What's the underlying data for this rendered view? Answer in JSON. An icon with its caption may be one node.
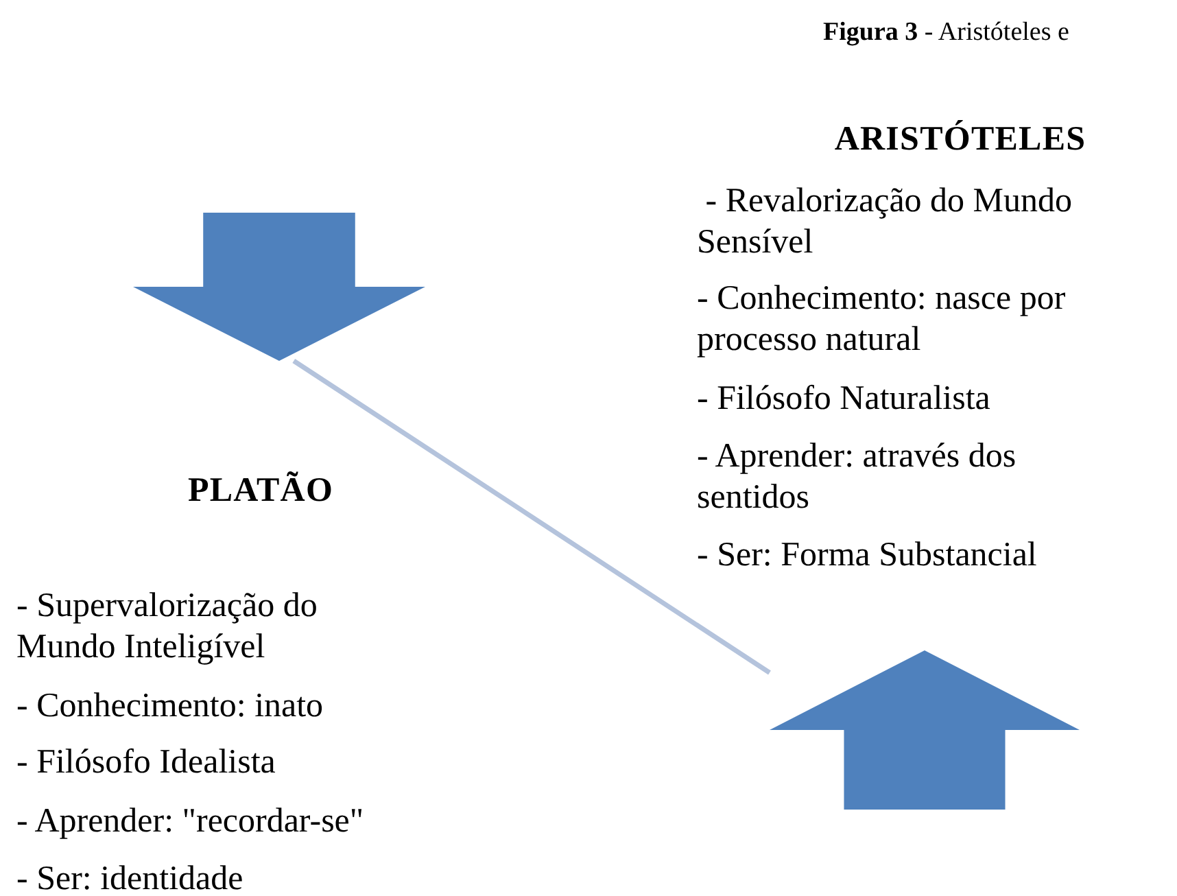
{
  "diagram": {
    "title": "**Figura 3** - Aristóteles e",
    "nodes": [
      {
        "text": [],
        "shape": "arrow"
      },
      {
        "text": [],
        "shape": "arrow"
      }
    ],
    "edges": [
      {
        "from": 0,
        "to": 1,
        "arrow": "none",
        "color": "#b4c3dc"
      }
    ],
    "labels": [
      "ARISTÓTELES",
      " - Revalorização do Mundo Sensível",
      "- Conhecimento: nasce por processo natural",
      "- Filósofo Naturalista",
      "- Aprender: através dos sentidos",
      "- Ser: Forma Substancial",
      "PLATÃO",
      "- Supervalorização do Mundo Inteligível",
      "- Conhecimento: inato",
      "- Filósofo Idealista",
      "- Aprender: \"recordar-se\"",
      "- Ser: identidade"
    ]
  }
}
